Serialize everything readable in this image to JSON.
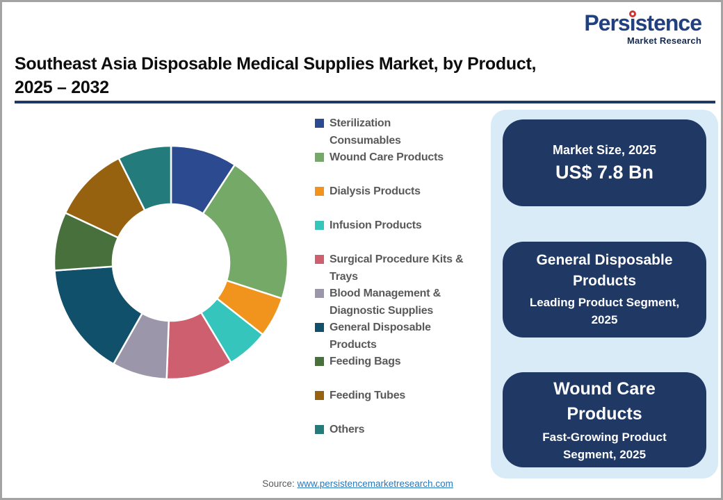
{
  "brand": {
    "name": "Persistence",
    "display": {
      "pre": "Pers",
      "i": "ı",
      "post": "stence"
    },
    "tagline": "Market Research",
    "navy": "#1f3864",
    "red": "#d03434"
  },
  "header": {
    "title_line1": "Southeast Asia Disposable Medical Supplies Market, by Product,",
    "title_line2": "2025 – 2032"
  },
  "chart_data": {
    "type": "pie",
    "subtype": "donut",
    "title": "Southeast Asia Disposable Medical Supplies Market, by Product, 2025 – 2032",
    "start_angle_deg": 0,
    "direction": "clockwise",
    "inner_radius_ratio": 0.5,
    "legend_position": "right",
    "values_are": "estimated percent share of ring area",
    "segments": [
      {
        "label": "Sterilization Consumables",
        "legend_lines": [
          "Sterilization",
          "Consumables"
        ],
        "value": 9.2,
        "color": "#2b4a8f"
      },
      {
        "label": "Wound Care Products",
        "value": 20.8,
        "color": "#74a968"
      },
      {
        "label": "Dialysis Products",
        "value": 5.6,
        "color": "#f0941d"
      },
      {
        "label": "Infusion Products",
        "value": 5.8,
        "color": "#36c5bc"
      },
      {
        "label": "Surgical Procedure Kits & Trays",
        "legend_lines": [
          "Surgical Procedure Kits &",
          "Trays"
        ],
        "value": 9.2,
        "color": "#ce5f6f"
      },
      {
        "label": "Blood Management & Diagnostic Supplies",
        "legend_lines": [
          "Blood Management &",
          "Diagnostic Supplies"
        ],
        "value": 7.6,
        "color": "#9c96ab"
      },
      {
        "label": "General Disposable Products",
        "legend_lines": [
          "General Disposable",
          "Products"
        ],
        "value": 15.7,
        "color": "#11506b"
      },
      {
        "label": "Feeding Bags",
        "value": 8.1,
        "color": "#47703d"
      },
      {
        "label": "Feeding Tubes",
        "value": 10.6,
        "color": "#976210"
      },
      {
        "label": "Others",
        "value": 7.4,
        "color": "#237b7b"
      }
    ]
  },
  "panel": {
    "bg": "#d8ebf7",
    "card_bg": "#1f3864",
    "cards": [
      {
        "title": "Market Size, 2025",
        "value": "US$ 7.8 Bn"
      },
      {
        "title": "General Disposable Products",
        "subtitle": "Leading Product Segment, 2025"
      },
      {
        "title": "Wound Care Products",
        "subtitle": "Fast-Growing Product Segment, 2025"
      }
    ]
  },
  "footer": {
    "source_label": "Source:",
    "source_link": "www.persistencemarketresearch.com"
  }
}
